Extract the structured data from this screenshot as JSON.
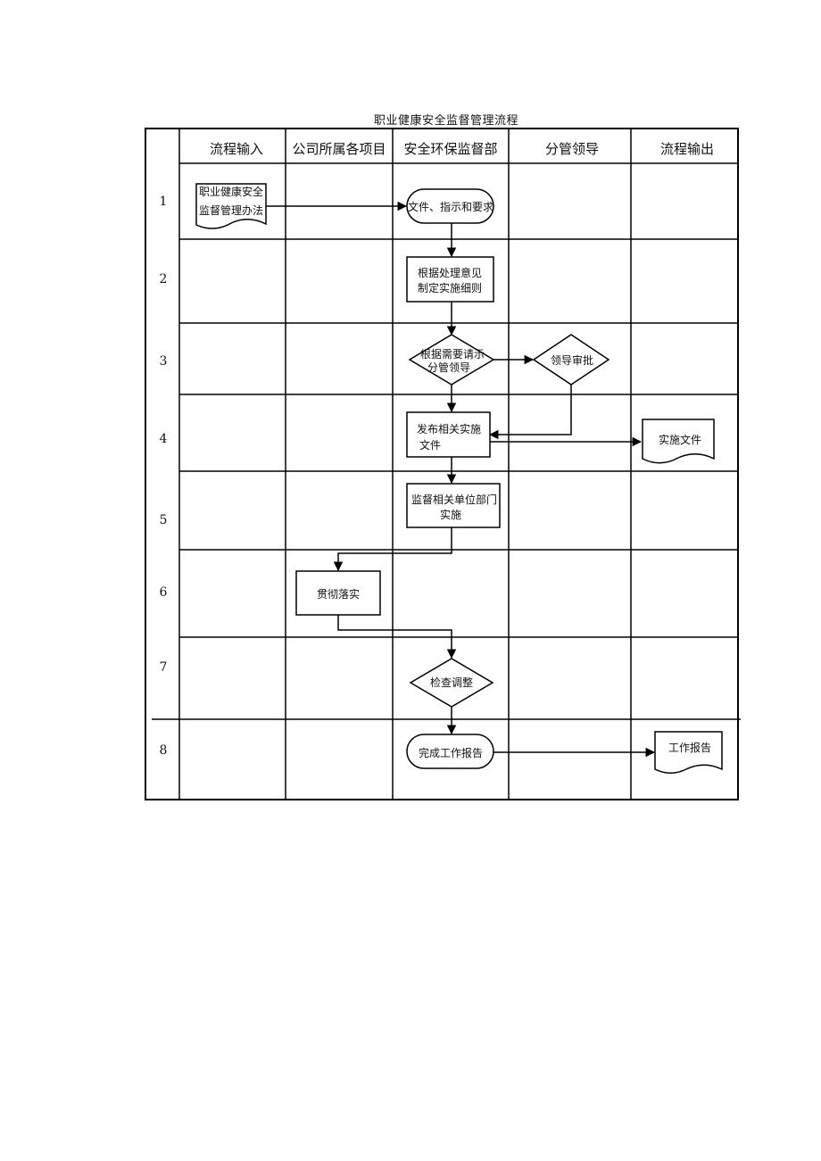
{
  "title": "职业健康安全监督管理流程",
  "columns": [
    "流程输入",
    "公司所属各项目",
    "安全环保监督部",
    "分管领导",
    "流程输出"
  ],
  "rows": [
    "1",
    "2",
    "3",
    "4",
    "5",
    "6",
    "7",
    "8"
  ],
  "nodes": {
    "input_doc": [
      "职业健康安全",
      "监督管理办法"
    ],
    "start": [
      "文件、指示和要求"
    ],
    "detail_rules": [
      "根据处理意见",
      "制定实施细则"
    ],
    "request_decision": [
      "根据需要请示",
      "分管领导"
    ],
    "leader_approval": [
      "领导审批"
    ],
    "publish": [
      "发布相关实施",
      "文件"
    ],
    "impl_doc": [
      "实施文件"
    ],
    "supervise": [
      "监督相关单位部门",
      "实施"
    ],
    "implement": [
      "贯彻落实"
    ],
    "check": [
      "检查调整"
    ],
    "finish": [
      "完成工作报告"
    ],
    "report_doc": [
      "工作报告"
    ]
  }
}
